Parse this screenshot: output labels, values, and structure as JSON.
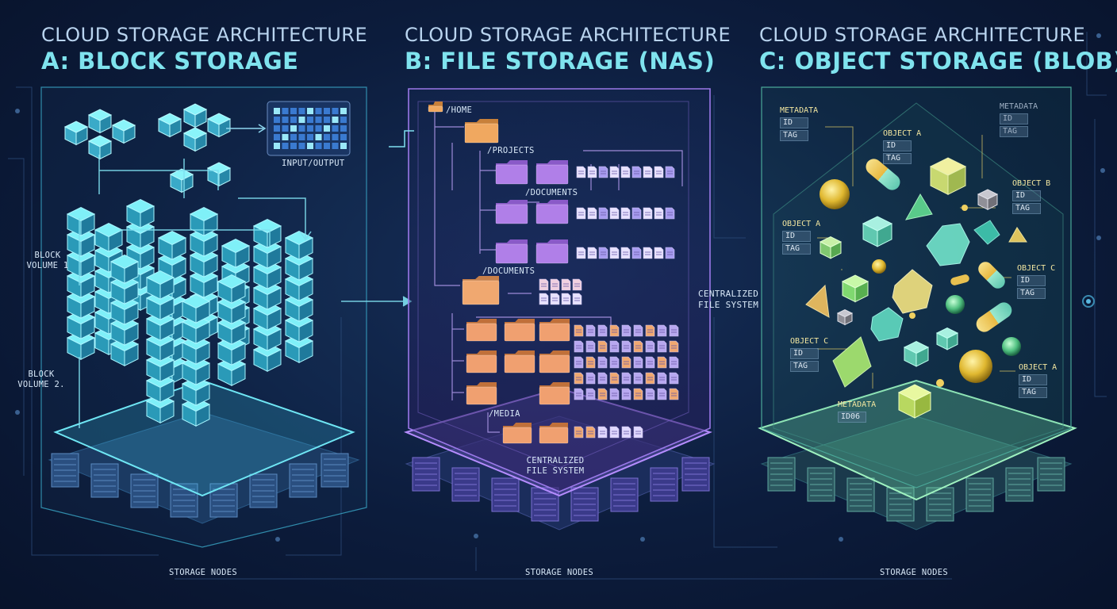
{
  "panels": {
    "a": {
      "title_line1": "CLOUD STORAGE ARCHITECTURE",
      "title_line2": "A: BLOCK STORAGE",
      "accent": "#7fe3ee"
    },
    "b": {
      "title_line1": "CLOUD STORAGE ARCHITECTURE",
      "title_line2": "B: FILE STORAGE (NAS)",
      "accent": "#7fe3ee"
    },
    "c": {
      "title_line1": "CLOUD STORAGE ARCHITECTURE",
      "title_line2": "C: OBJECT STORAGE (BLOB)",
      "accent": "#7fe3ee"
    }
  },
  "block": {
    "io_label": "INPUT/OUTPUT",
    "volume1_label": "BLOCK\nVOLUME 1",
    "volume2_label": "BLOCK\nVOLUME 2.",
    "storage_nodes": "STORAGE NODES"
  },
  "file": {
    "paths": {
      "home": "/HOME",
      "projects": "/PROJECTS",
      "documents_inner": "/DOCUMENTS",
      "documents": "/DOCUMENTS",
      "media": "/MEDIA"
    },
    "side_label": "CENTRALIZED\nFILE SYSTEM",
    "bottom_label": "CENTRALIZED\nFILE SYSTEM",
    "storage_nodes": "STORAGE NODES"
  },
  "object": {
    "chips": [
      {
        "key": "METADATA",
        "id": "ID",
        "tag": "TAG"
      },
      {
        "key": "METADATA",
        "id": "ID",
        "tag": "TAG"
      },
      {
        "key": "OBJECT A",
        "id": "ID",
        "tag": "TAG"
      },
      {
        "key": "OBJECT B",
        "id": "ID",
        "tag": "TAG"
      },
      {
        "key": "OBJECT A",
        "id": "ID",
        "tag": "TAG"
      },
      {
        "key": "OBJECT C",
        "id": "ID",
        "tag": "TAG"
      },
      {
        "key": "OBJECT C",
        "id": "ID",
        "tag": "TAG"
      },
      {
        "key": "OBJECT A",
        "id": "ID",
        "tag": "TAG"
      }
    ],
    "metadata_bottom": {
      "key": "METADATA",
      "id": "ID06"
    },
    "storage_nodes": "STORAGE NODES"
  },
  "colors": {
    "cyan": "#5fe0f0",
    "purple": "#a57cf0",
    "green": "#8ef0b0",
    "folder_purple": "#b07fe8",
    "folder_orange": "#f0a070",
    "gold": "#f0d060"
  }
}
